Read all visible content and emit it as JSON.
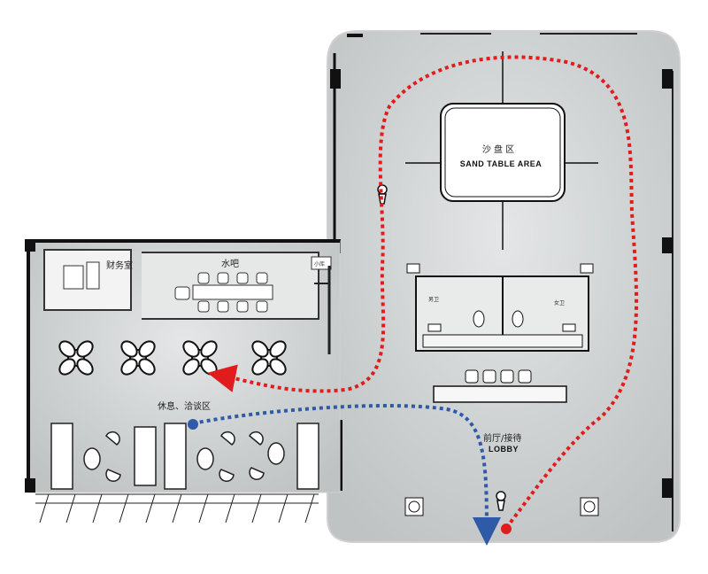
{
  "labels": {
    "finance_room": "财务室",
    "water_bar": "水吧",
    "sand_table_cn": "沙 盘 区",
    "sand_table_en": "SAND TABLE AREA",
    "rest_area": "休息、洽谈区",
    "lobby_cn": "前厅/接待",
    "lobby_en": "LOBBY",
    "restroom_male": "男卫",
    "restroom_female": "女卫",
    "storage": "小库"
  },
  "colors": {
    "wall": "#1a1a1a",
    "floor": "#cfd2d3",
    "outline": "#d9d9d9",
    "route_red": "#e01c1c",
    "route_blue": "#2f5aa8"
  },
  "icons": {
    "route_start": "red-dot-marker",
    "route_end_blue": "blue-dot-marker",
    "person": "person-figure-icon"
  }
}
